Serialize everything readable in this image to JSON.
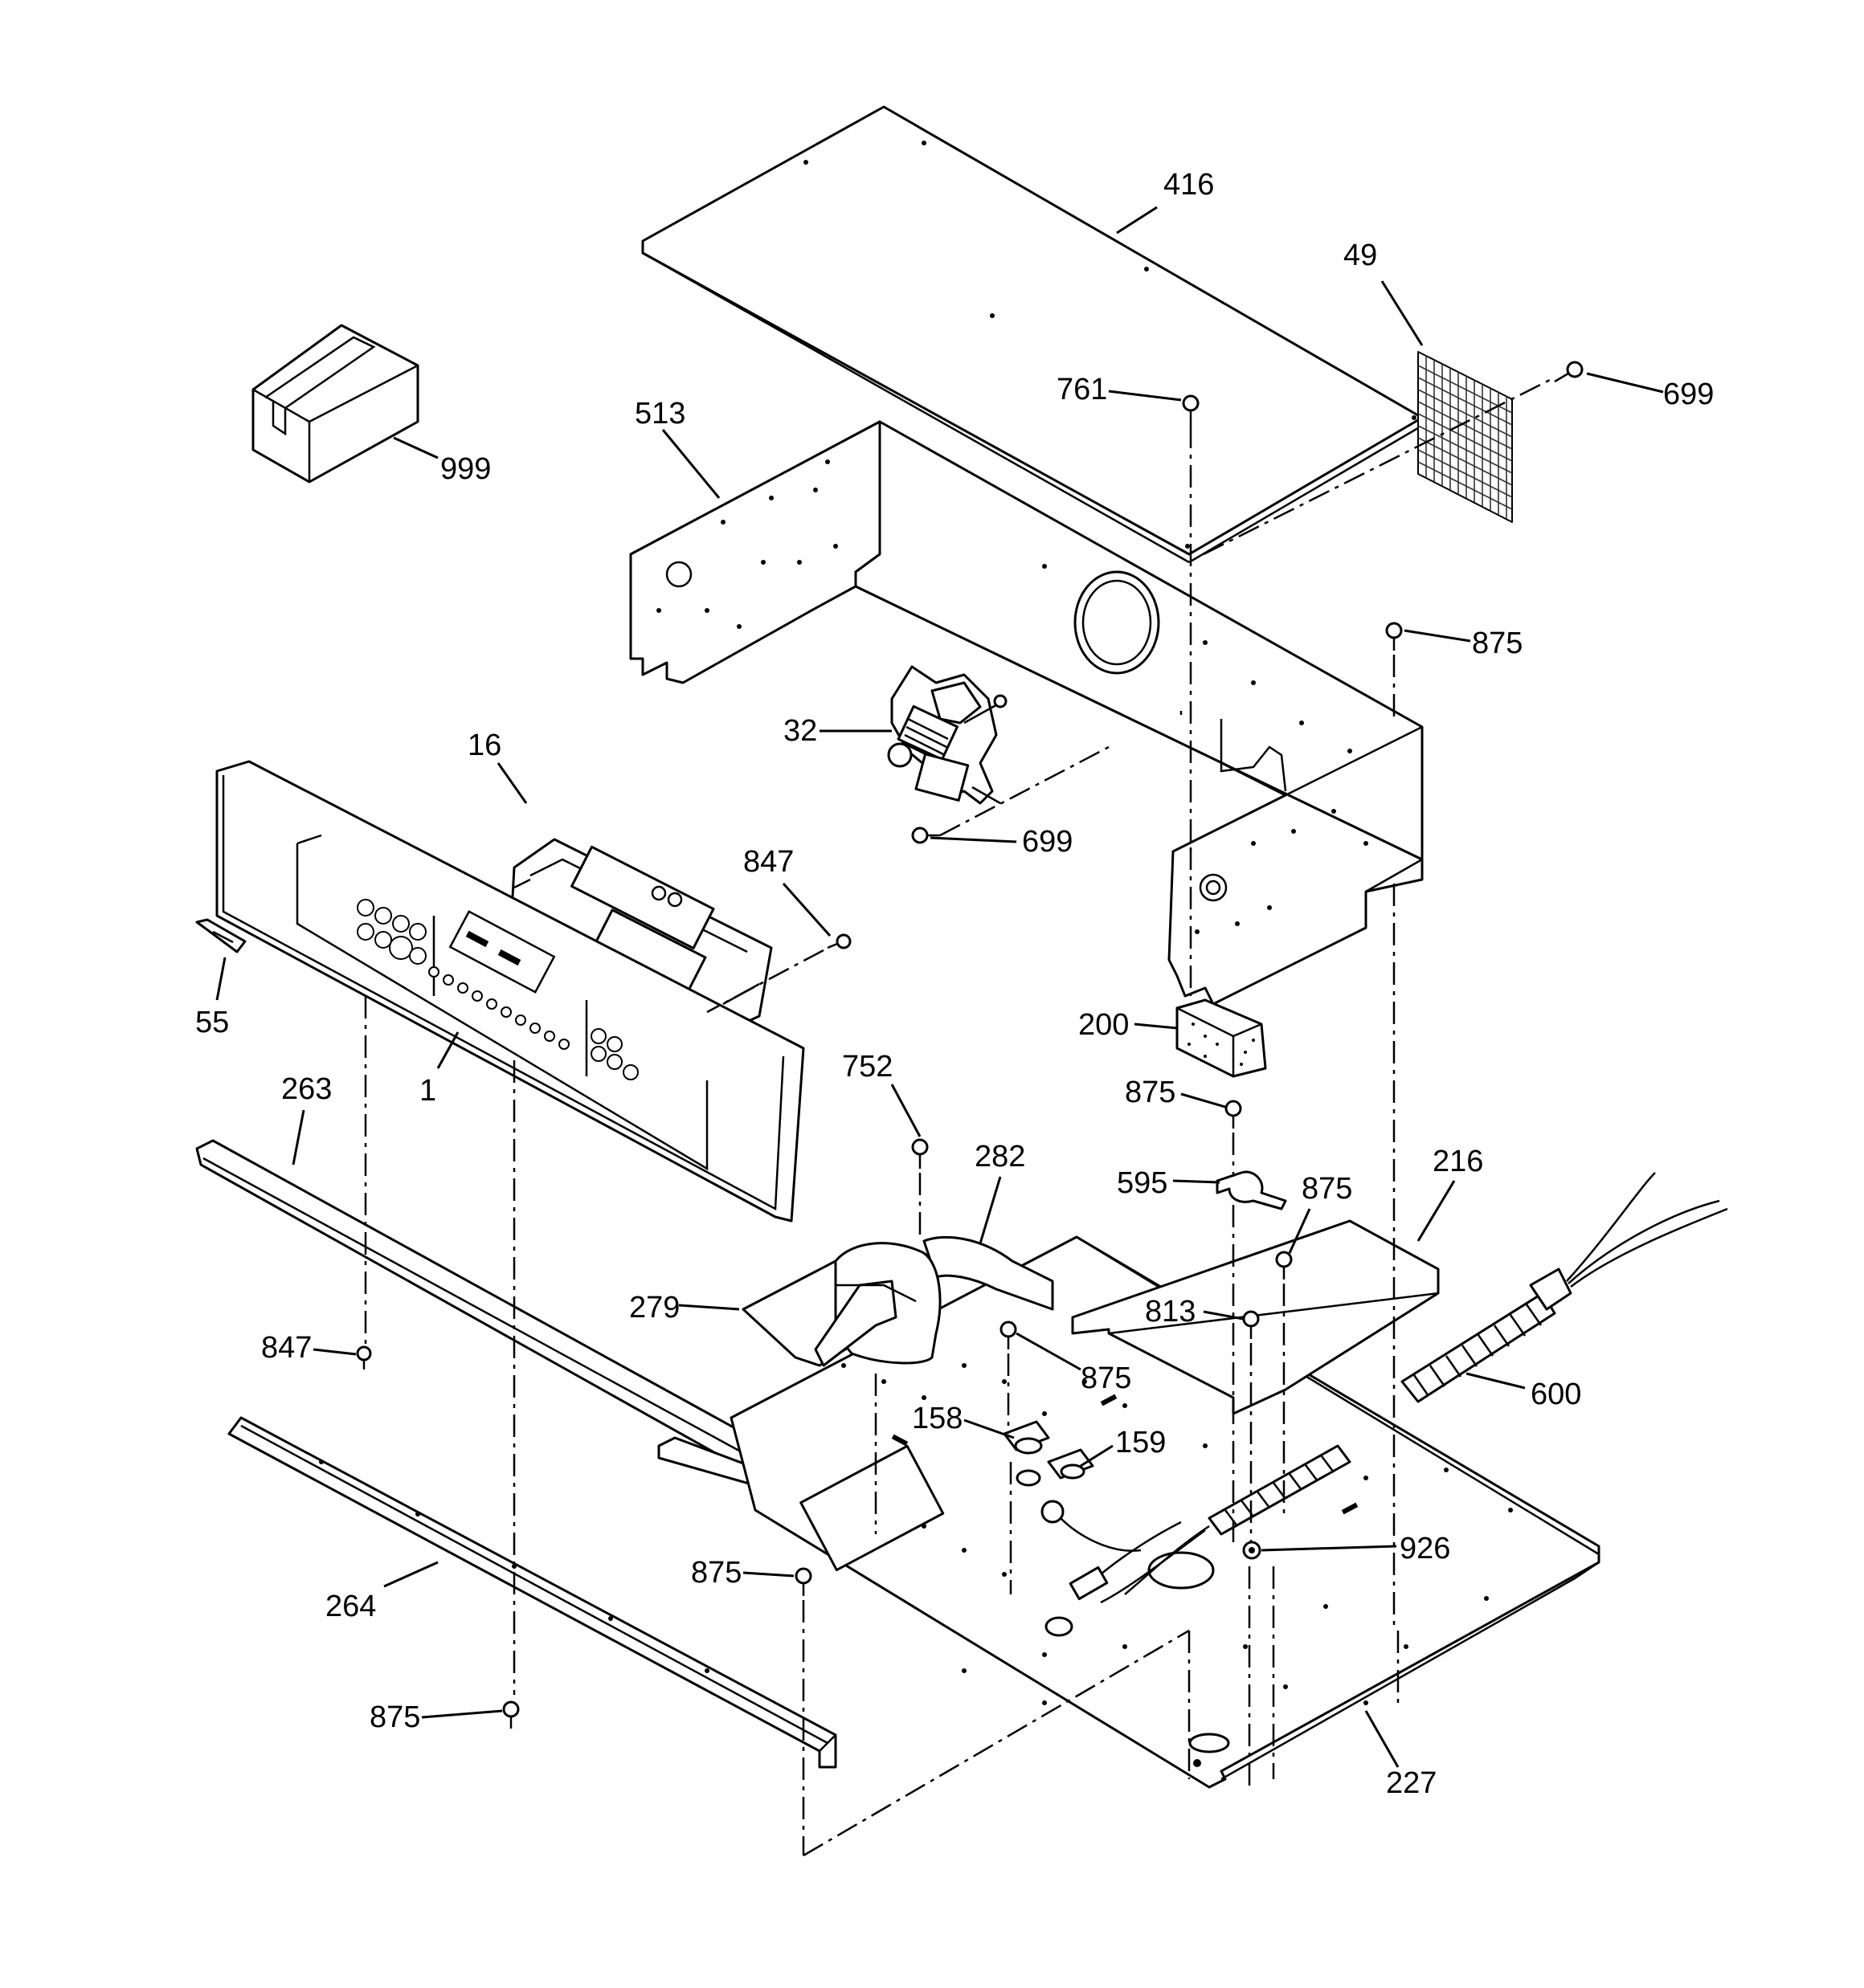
{
  "diagram": {
    "callouts": {
      "c416": "416",
      "c49": "49",
      "c699a": "699",
      "c761": "761",
      "c513": "513",
      "c999": "999",
      "c875a": "875",
      "c32": "32",
      "c16": "16",
      "c699b": "699",
      "c847a": "847",
      "c55": "55",
      "c1": "1",
      "c263": "263",
      "c200": "200",
      "c752": "752",
      "c875b": "875",
      "c282": "282",
      "c595": "595",
      "c875c": "875",
      "c216": "216",
      "c279": "279",
      "c813": "813",
      "c847b": "847",
      "c875d": "875",
      "c600": "600",
      "c158": "158",
      "c159": "159",
      "c926": "926",
      "c875e": "875",
      "c264": "264",
      "c875f": "875",
      "c227": "227"
    }
  }
}
